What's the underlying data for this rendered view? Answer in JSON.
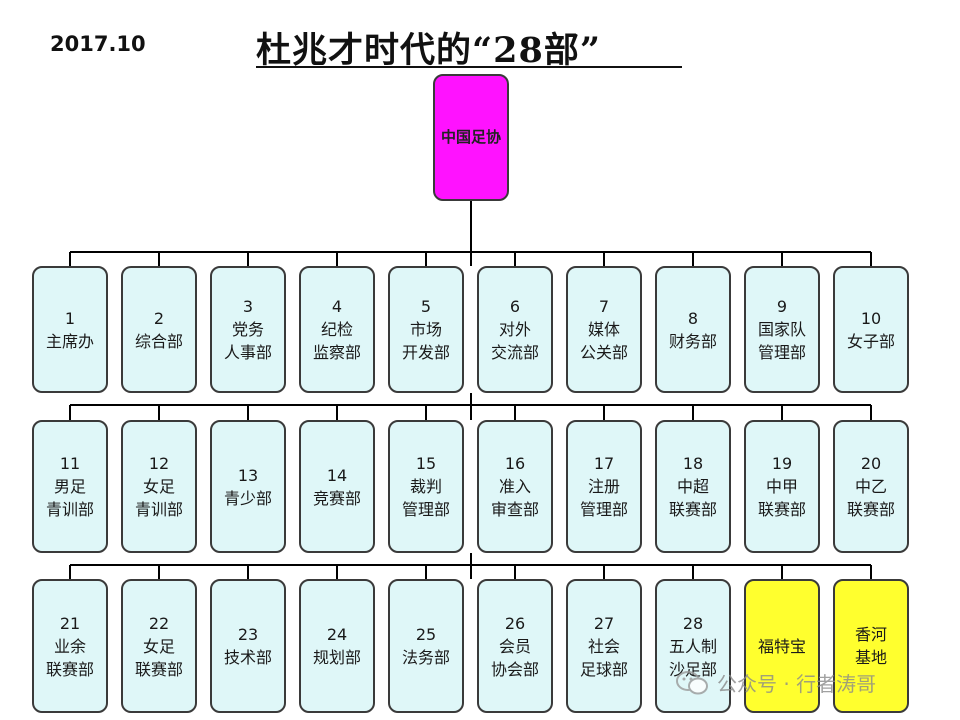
{
  "header": {
    "date": "2017.10",
    "title": "杜兆才时代的“28部”"
  },
  "root": {
    "label": "中国足协"
  },
  "rows": [
    [
      {
        "num": "1",
        "label": "主席办"
      },
      {
        "num": "2",
        "label": "综合部"
      },
      {
        "num": "3",
        "label": "党务\n人事部"
      },
      {
        "num": "4",
        "label": "纪检\n监察部"
      },
      {
        "num": "5",
        "label": "市场\n开发部"
      },
      {
        "num": "6",
        "label": "对外\n交流部"
      },
      {
        "num": "7",
        "label": "媒体\n公关部"
      },
      {
        "num": "8",
        "label": "财务部"
      },
      {
        "num": "9",
        "label": "国家队\n管理部"
      },
      {
        "num": "10",
        "label": "女子部"
      }
    ],
    [
      {
        "num": "11",
        "label": "男足\n青训部"
      },
      {
        "num": "12",
        "label": "女足\n青训部"
      },
      {
        "num": "13",
        "label": "青少部"
      },
      {
        "num": "14",
        "label": "竞赛部"
      },
      {
        "num": "15",
        "label": "裁判\n管理部"
      },
      {
        "num": "16",
        "label": "准入\n审查部"
      },
      {
        "num": "17",
        "label": "注册\n管理部"
      },
      {
        "num": "18",
        "label": "中超\n联赛部"
      },
      {
        "num": "19",
        "label": "中甲\n联赛部"
      },
      {
        "num": "20",
        "label": "中乙\n联赛部"
      }
    ],
    [
      {
        "num": "21",
        "label": "业余\n联赛部"
      },
      {
        "num": "22",
        "label": "女足\n联赛部"
      },
      {
        "num": "23",
        "label": "技术部"
      },
      {
        "num": "24",
        "label": "规划部"
      },
      {
        "num": "25",
        "label": "法务部"
      },
      {
        "num": "26",
        "label": "会员\n协会部"
      },
      {
        "num": "27",
        "label": "社会\n足球部"
      },
      {
        "num": "28",
        "label": "五人制\n沙足部"
      },
      {
        "num": "",
        "label": "福特宝",
        "highlight": "#ffff2e"
      },
      {
        "num": "",
        "label": "香河\n基地",
        "highlight": "#ffff2e"
      }
    ]
  ],
  "colors": {
    "root_fill": "#ff12ff",
    "dept_fill": "#dff7f8",
    "highlight_fill": "#ffff2e",
    "connector": "#000000"
  },
  "watermark": {
    "text": "公众号 · 行者涛哥",
    "icon": "wechat-icon"
  }
}
